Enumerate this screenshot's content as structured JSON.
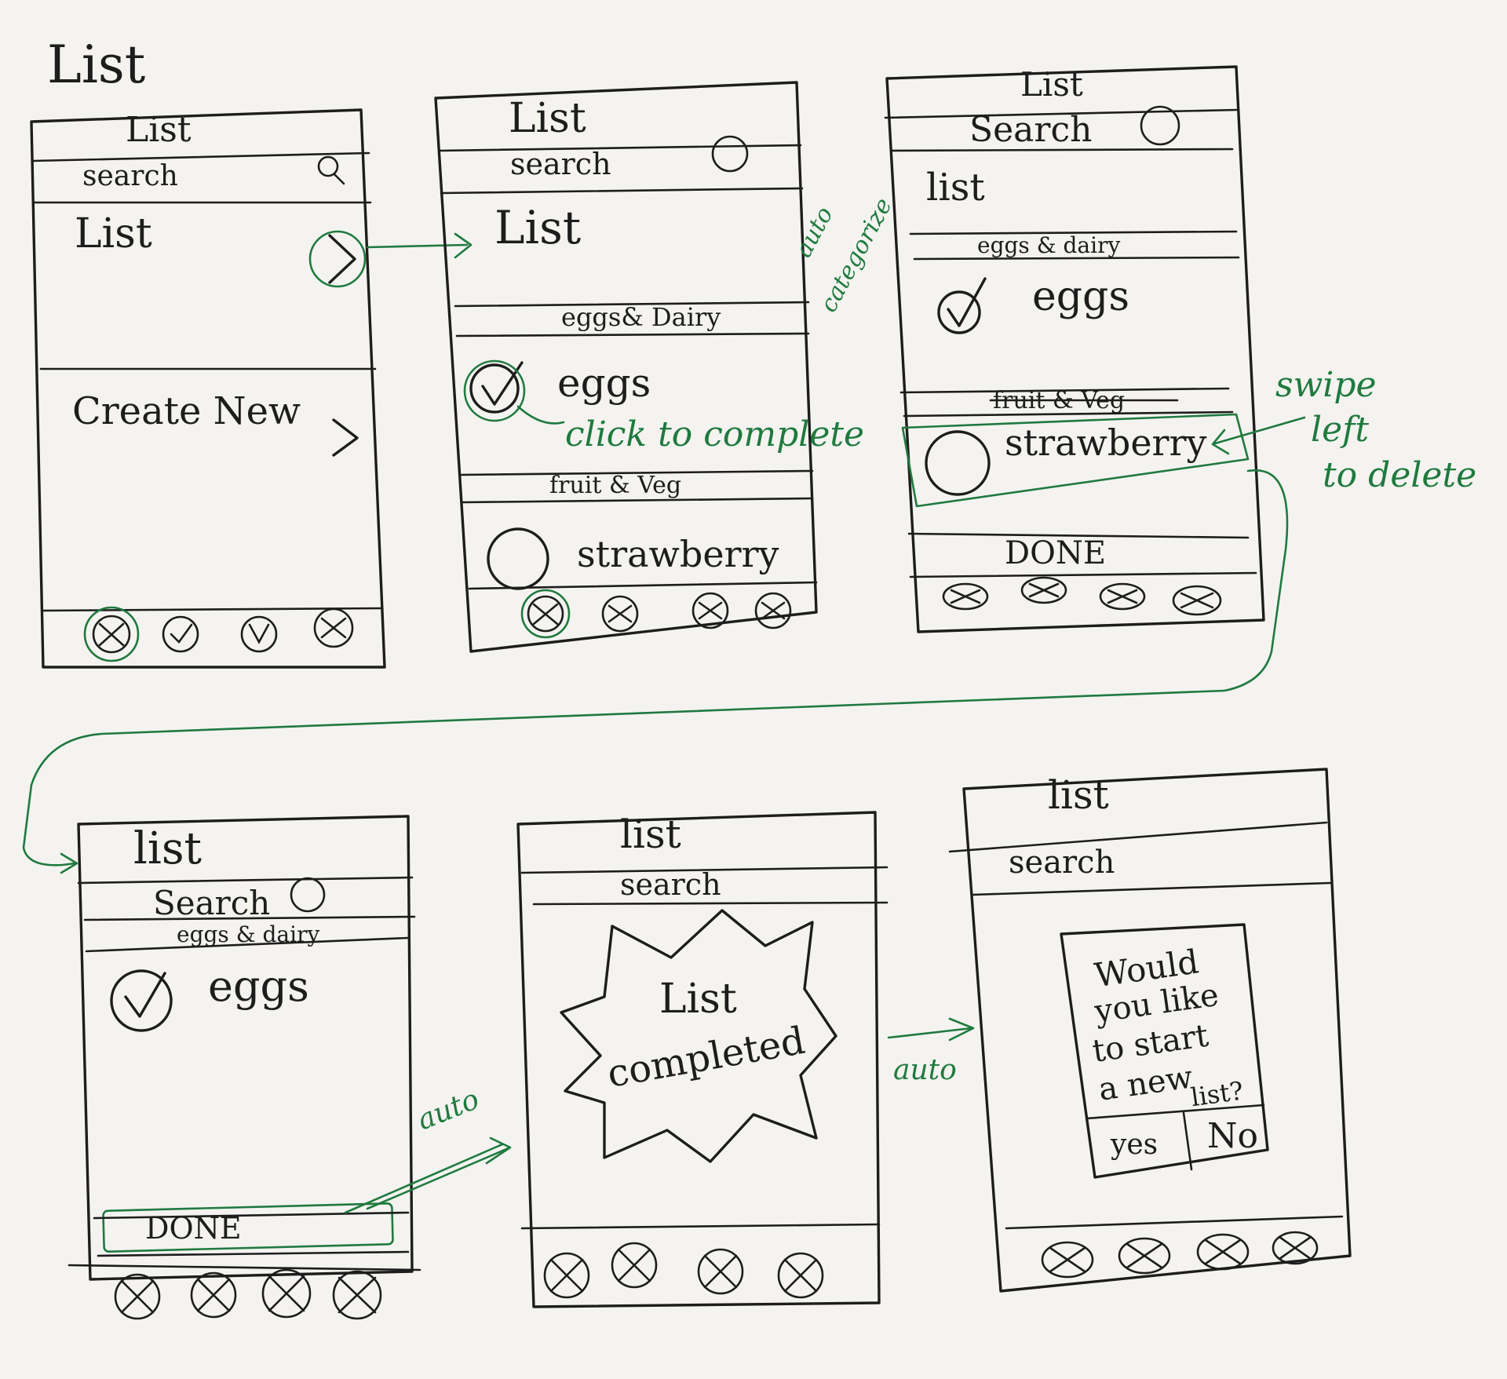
{
  "page_title": "List",
  "colors": {
    "ink": "#1d1d1d",
    "annotation": "#1f7a3e",
    "paper": "#f4f3f0"
  },
  "screens": [
    {
      "title": "List",
      "search": "search",
      "rows": [
        "List",
        "Create New"
      ],
      "nav_icons": [
        "x-circle-icon",
        "check-circle-icon",
        "heart-icon",
        "x-circle-icon"
      ]
    },
    {
      "title": "List",
      "search": "search",
      "heading": "List",
      "section_1": "eggs& Dairy",
      "item_1": "eggs",
      "section_2": "fruit & Veg",
      "item_2": "strawberry"
    },
    {
      "title": "List",
      "search": "Search",
      "heading": "list",
      "section_1": "eggs & dairy",
      "item_1": "eggs",
      "section_2": "fruit & Veg",
      "item_2": "strawberry",
      "button": "DONE"
    },
    {
      "title": "list",
      "search": "Search",
      "section_1": "eggs & dairy",
      "item_1": "eggs",
      "button": "DONE"
    },
    {
      "title": "list",
      "search": "search",
      "burst_line_1": "List",
      "burst_line_2": "completed"
    },
    {
      "title": "list",
      "search": "search",
      "dialog_lines": [
        "Would",
        "you like",
        "to start",
        "a new",
        "list?"
      ],
      "dialog_yes": "yes",
      "dialog_no": "No"
    }
  ],
  "annotations": {
    "auto_categorize_1": "auto",
    "auto_categorize_2": "categorize",
    "click_to_complete": "click to complete",
    "swipe_1": "swipe",
    "swipe_2": "left",
    "swipe_3": "to delete",
    "auto_done": "auto",
    "auto_dialog": "auto"
  }
}
